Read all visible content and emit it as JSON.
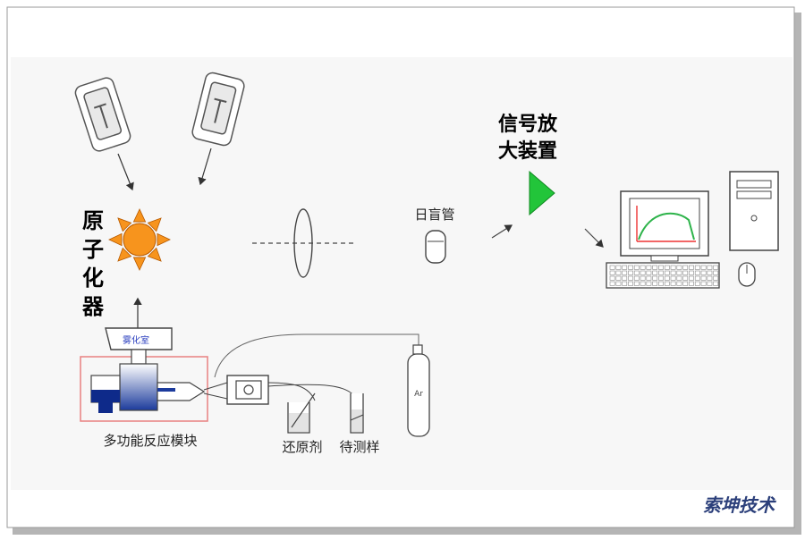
{
  "labels": {
    "atomizer": [
      "原",
      "子",
      "化",
      "器"
    ],
    "amplifier": [
      "信号放",
      "大装置"
    ],
    "pmt": "日盲管",
    "module": "多功能反应模块",
    "reductant": "还原剂",
    "sample": "待测样",
    "gas": "Ar",
    "chamber": "雾化室",
    "brand": "索坤技术"
  },
  "colors": {
    "sun": "#f7941d",
    "amplifier": "#22c53a",
    "curve": "#2db34a",
    "module_box": "#e88080",
    "liquid": "#0e2a8a"
  }
}
